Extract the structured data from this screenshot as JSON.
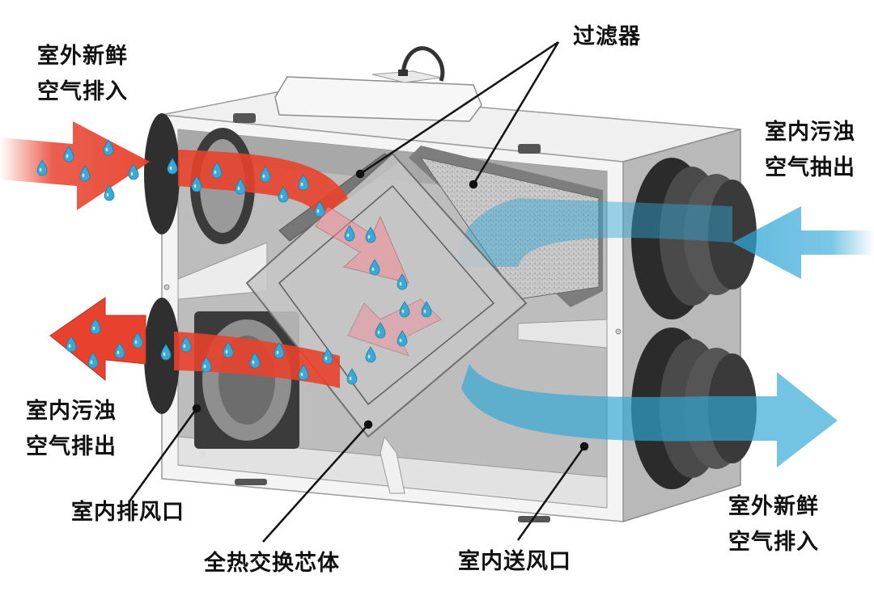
{
  "diagram": {
    "subject": "全热交换器 (energy recovery ventilator) cutaway",
    "colors": {
      "warm_airflow": "#e8422e",
      "cool_airflow": "#2fa6d6",
      "water_droplet": "#3aa9d8",
      "housing": "#f2f2f2",
      "housing_edge": "#9a9a9a",
      "interior": "#b8b8b8",
      "duct": "#3a3a3a",
      "leader_line": "#111111",
      "label_text": "#111111"
    },
    "labels": {
      "outdoor_fresh_in_left": {
        "line1": "室外新鲜",
        "line2": "空气排入"
      },
      "filter": {
        "text": "过滤器"
      },
      "indoor_stale_in_right": {
        "line1": "室内污浊",
        "line2": "空气抽出"
      },
      "indoor_stale_out_left": {
        "line1": "室内污浊",
        "line2": "空气排出"
      },
      "indoor_exhaust_port": {
        "text": "室内排风口"
      },
      "heat_exchange_core": {
        "text": "全热交换芯体"
      },
      "indoor_supply_port": {
        "text": "室内送风口"
      },
      "outdoor_fresh_out_right": {
        "line1": "室外新鲜",
        "line2": "空气排入"
      }
    },
    "flows": [
      {
        "name": "fresh-air-intake",
        "direction": "left-to-right",
        "color": "warm",
        "position": "upper-left"
      },
      {
        "name": "stale-air-exhaust",
        "direction": "right-to-left",
        "color": "warm",
        "position": "lower-left"
      },
      {
        "name": "stale-air-extract",
        "direction": "right-to-left",
        "color": "cool",
        "position": "upper-right"
      },
      {
        "name": "fresh-air-supply",
        "direction": "left-to-right",
        "color": "cool",
        "position": "lower-right"
      }
    ]
  }
}
